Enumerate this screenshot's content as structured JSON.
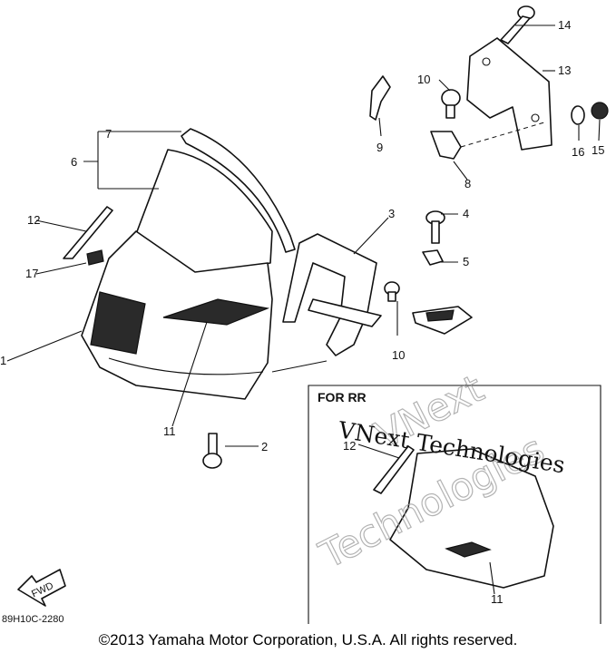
{
  "callouts": {
    "n1": "1",
    "n2": "2",
    "n3": "3",
    "n4": "4",
    "n5": "5",
    "n6": "6",
    "n7": "7",
    "n8": "8",
    "n9": "9",
    "n10a": "10",
    "n10b": "10",
    "n11a": "11",
    "n11b": "11",
    "n12a": "12",
    "n12b": "12",
    "n13": "13",
    "n14": "14",
    "n15": "15",
    "n16": "16",
    "n17": "17"
  },
  "inset_title": "FOR RR",
  "fwd_label": "FWD",
  "diagram_code": "89H10C-2280",
  "watermark_outline": [
    "VNext",
    "Technologies"
  ],
  "watermark_text": "VNext Technologies",
  "copyright": "©2013 Yamaha Motor Corporation, U.S.A. All rights reserved."
}
